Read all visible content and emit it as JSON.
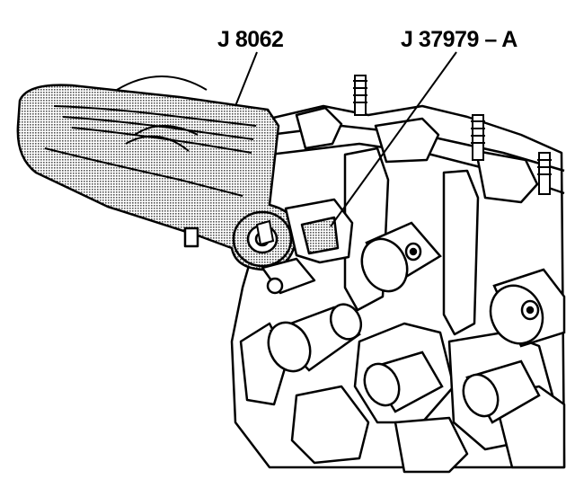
{
  "diagram": {
    "callouts": [
      {
        "id": "a",
        "text": "J 8062",
        "target": "valve spring compressor tool"
      },
      {
        "id": "b",
        "text": "J 37979 – A",
        "target": "valve spring compressor adapter"
      }
    ]
  },
  "colors": {
    "ink": "#000000",
    "background": "#ffffff",
    "tool_fill": "#9a9a9a"
  }
}
